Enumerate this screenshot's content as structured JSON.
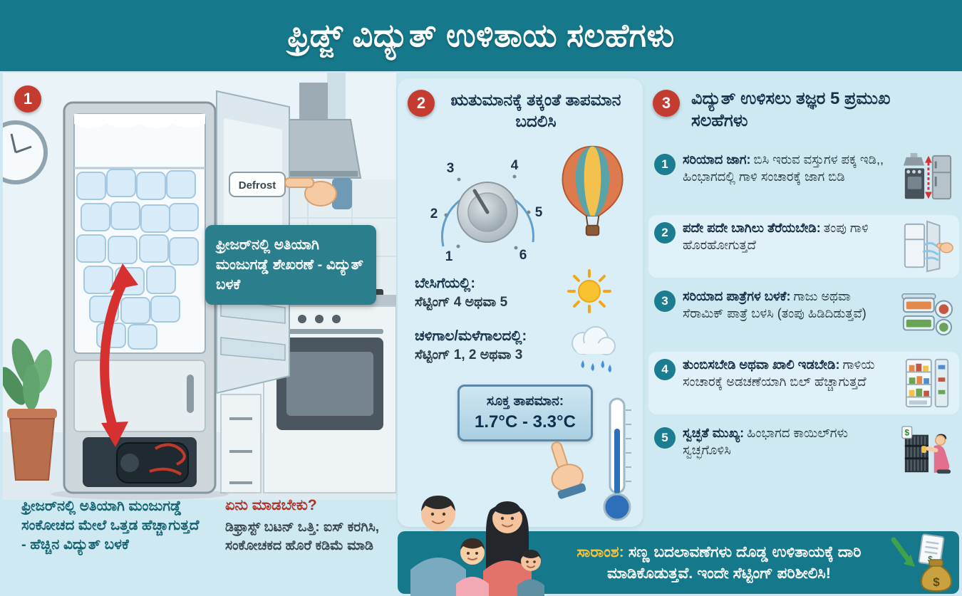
{
  "colors": {
    "teal_banner": "#15798b",
    "page_bg": "#cfe9f2",
    "card_bg": "#d9eef7",
    "accent_red": "#c43b2f",
    "badge_teal": "#1b7d8f",
    "callout_teal": "#2b7f8d",
    "highlight_yellow": "#f5c33b"
  },
  "glyphs": {
    "dollar": "$"
  },
  "header": {
    "title": "ಫ್ರಿಡ್ಜ್ ವಿದ್ಯುತ್ ಉಳಿತಾಯ ಸಲಹೆಗಳು"
  },
  "section1": {
    "number": "1",
    "defrost_label": "Defrost",
    "callout": "ಫ್ರೀಜರ್‌ನಲ್ಲಿ ಅತಿಯಾಗಿ ಮಂಜುಗಡ್ಡೆ ಶೇಖರಣೆ - ವಿದ್ಯುತ್ ಬಳಕೆ",
    "problem_text": "ಫ್ರೀಜರ್‌ನಲ್ಲಿ ಅತಿಯಾಗಿ ಮಂಜುಗಡ್ಡೆ ಸಂಕೋಚದ ಮೇಲೆ ಒತ್ತಡ ಹೆಚ್ಚಾಗುತ್ತದೆ - ಹೆಚ್ಚಿನ ವಿದ್ಯುತ್ ಬಳಕೆ",
    "todo_heading": "ಏನು ಮಾಡಬೇಕು?",
    "todo_text": "ಡಿಫ್ರಾಸ್ಟ್ ಬಟನ್ ಒತ್ತಿ: ಐಸ್ ಕರಗಿಸಿ, ಸಂಕೋಚಕದ ಹೊರೆ ಕಡಿಮೆ ಮಾಡಿ"
  },
  "section2": {
    "number": "2",
    "heading": "ಋತುಮಾನಕ್ಕೆ ತಕ್ಕಂತೆ ತಾಪಮಾನ ಬದಲಿಸಿ",
    "dial_numbers": [
      "1",
      "2",
      "3",
      "4",
      "5",
      "6"
    ],
    "summer_label": "ಬೇಸಿಗೆಯಲ್ಲಿ:",
    "summer_text": "ಸೆಟ್ಟಿಂಗ್ 4 ಅಥವಾ 5",
    "winter_label": "ಚಳಿಗಾಲ/ಮಳೆಗಾಲದಲ್ಲಿ:",
    "winter_text": "ಸೆಟ್ಟಿಂಗ್ 1, 2 ಅಥವಾ 3",
    "optimal_label": "ಸೂಕ್ತ ತಾಪಮಾನ:",
    "optimal_value": "1.7°C - 3.3°C"
  },
  "section3": {
    "number": "3",
    "heading": "ವಿದ್ಯುತ್ ಉಳಿಸಲು ತಜ್ಞರ 5 ಪ್ರಮುಖ ಸಲಹೆಗಳು",
    "tips": [
      {
        "num": "1",
        "lead": "ಸರಿಯಾದ ಜಾಗ:",
        "text": "ಬಿಸಿ ಇರುವ ವಸ್ತುಗಳ ಪಕ್ಕ ಇಡಿ,, ಹಿಂಭಾಗದಲ್ಲಿ ಗಾಳಿ ಸಂಚಾರಕ್ಕೆ ಜಾಗ ಬಿಡಿ"
      },
      {
        "num": "2",
        "lead": "ಪದೇ ಪದೇ ಬಾಗಿಲು ತೆರೆಯಬೇಡಿ:",
        "text": "ತಂಪು ಗಾಳಿ ಹೊರಹೋಗುತ್ತದೆ"
      },
      {
        "num": "3",
        "lead": "ಸರಿಯಾದ ಪಾತ್ರೆಗಳ ಬಳಕೆ:",
        "text": "ಗಾಜು ಅಥವಾ ಸೆರಾಮಿಕ್ ಪಾತ್ರೆ ಬಳಸಿ (ತಂಪು ಹಿಡಿದಿಡುತ್ತವೆ)"
      },
      {
        "num": "4",
        "lead": "ತುಂಬಿಸಬೇಡಿ ಅಥವಾ ಖಾಲಿ ಇಡಬೇಡಿ:",
        "text": "ಗಾಳಿಯ ಸಂಚಾರಕ್ಕೆ ಅಡಚಣೆಯಾಗಿ ಬಿಲ್ ಹೆಚ್ಚಾಗುತ್ತದೆ"
      },
      {
        "num": "5",
        "lead": "ಸ್ವಚ್ಛತೆ ಮುಖ್ಯ:",
        "text": "ಹಿಂಭಾಗದ ಕಾಯಿಲ್‌ಗಳು ಸ್ವಚ್ಛಗೊಳಿಸಿ"
      }
    ]
  },
  "footer": {
    "summary_label": "ಸಾರಾಂಶ:",
    "summary_text": "ಸಣ್ಣ ಬದಲಾವಣೆಗಳು ದೊಡ್ಡ ಉಳಿತಾಯಕ್ಕೆ ದಾರಿ ಮಾಡಿಕೊಡುತ್ತವೆ. ಇಂದೇ ಸೆಟ್ಟಿಂಗ್ ಪರಿಶೀಲಿಸಿ!"
  }
}
